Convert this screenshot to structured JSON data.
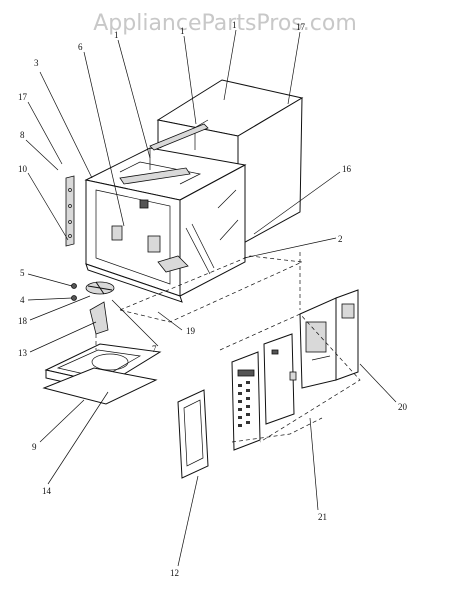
{
  "watermark": "AppliancePartsPros.com",
  "part_numbers": {
    "p1": "1",
    "p2": "2",
    "p3": "3",
    "p4": "4",
    "p5": "5",
    "p6": "6",
    "p7": "7",
    "p8": "8",
    "p9": "9",
    "p10": "10",
    "p12": "12",
    "p13": "13",
    "p14": "14",
    "p16": "16",
    "p17a": "17",
    "p17b": "17",
    "p18": "18",
    "p19": "19",
    "p20": "20",
    "p21": "21"
  }
}
